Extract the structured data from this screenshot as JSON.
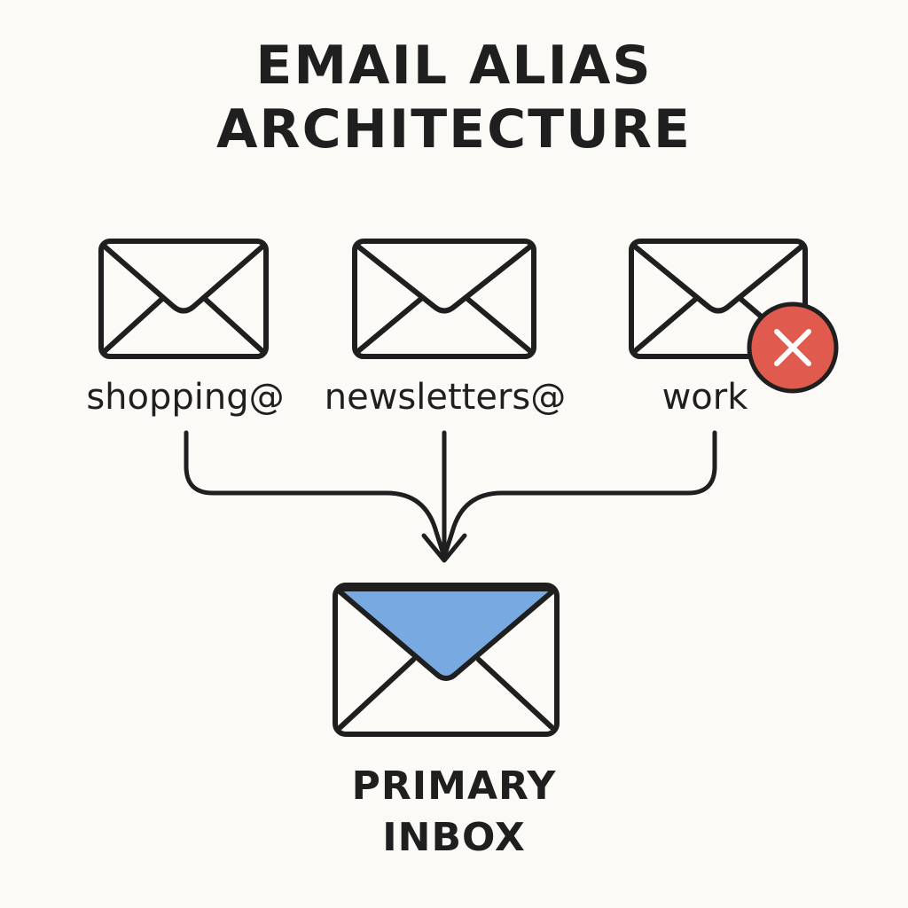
{
  "title": {
    "line1": "EMAIL ALIAS",
    "line2": "ARCHITECTURE"
  },
  "aliases": [
    {
      "label": "shopping@",
      "icon": "envelope-icon",
      "blocked": false
    },
    {
      "label": "newsletters@",
      "icon": "envelope-icon",
      "blocked": false
    },
    {
      "label": "work",
      "icon": "envelope-icon",
      "blocked": true,
      "status_icon": "x-circle-icon"
    }
  ],
  "inbox": {
    "line1": "PRIMARY",
    "line2": "INBOX",
    "icon": "envelope-icon"
  },
  "colors": {
    "background": "#fcfaf7",
    "stroke": "#1f1f1f",
    "inbox_flap": "#78a9e0",
    "blocked_badge": "#e05a4e",
    "badge_cross": "#ffffff"
  }
}
